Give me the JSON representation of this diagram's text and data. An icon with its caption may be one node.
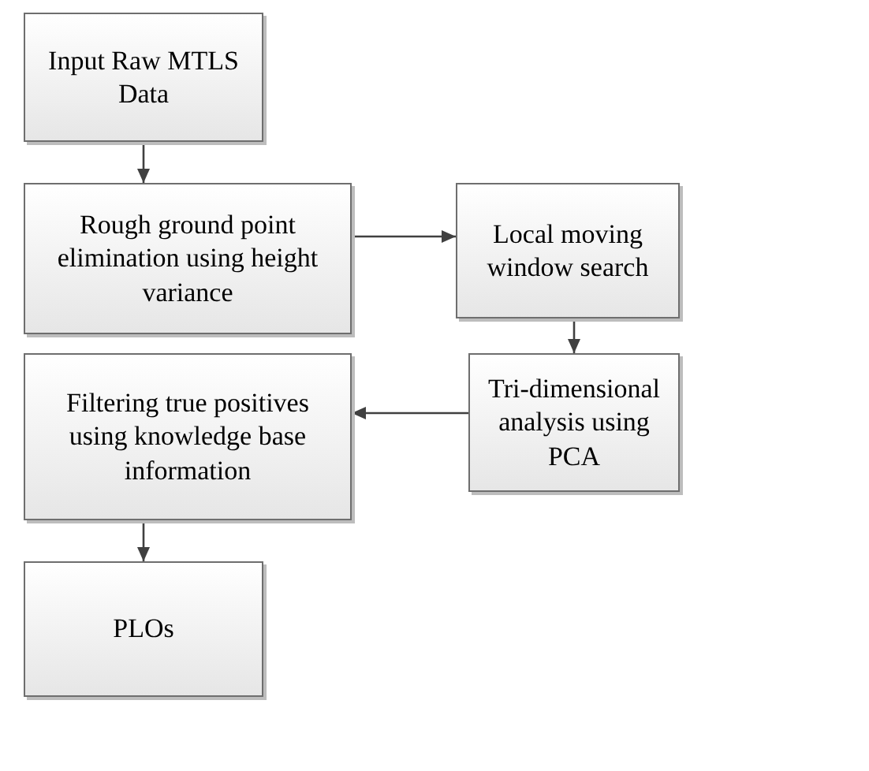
{
  "diagram": {
    "nodes": [
      {
        "text": [
          "Input Raw MTLS Data"
        ]
      },
      {
        "text": [
          "Rough ground point elimination  using height variance"
        ]
      },
      {
        "text": [
          "Local moving window search"
        ]
      },
      {
        "text": [
          "Tri-dimensional analysis using PCA"
        ]
      },
      {
        "text": [
          "Filtering true positives using knowledge base information"
        ]
      },
      {
        "text": [
          "PLOs"
        ]
      }
    ],
    "edges": [
      {
        "from": 0,
        "to": 1,
        "arrow": "to"
      },
      {
        "from": 1,
        "to": 2,
        "arrow": "to"
      },
      {
        "from": 2,
        "to": 3,
        "arrow": "to"
      },
      {
        "from": 3,
        "to": 4,
        "arrow": "to"
      },
      {
        "from": 4,
        "to": 5,
        "arrow": "to"
      }
    ]
  }
}
